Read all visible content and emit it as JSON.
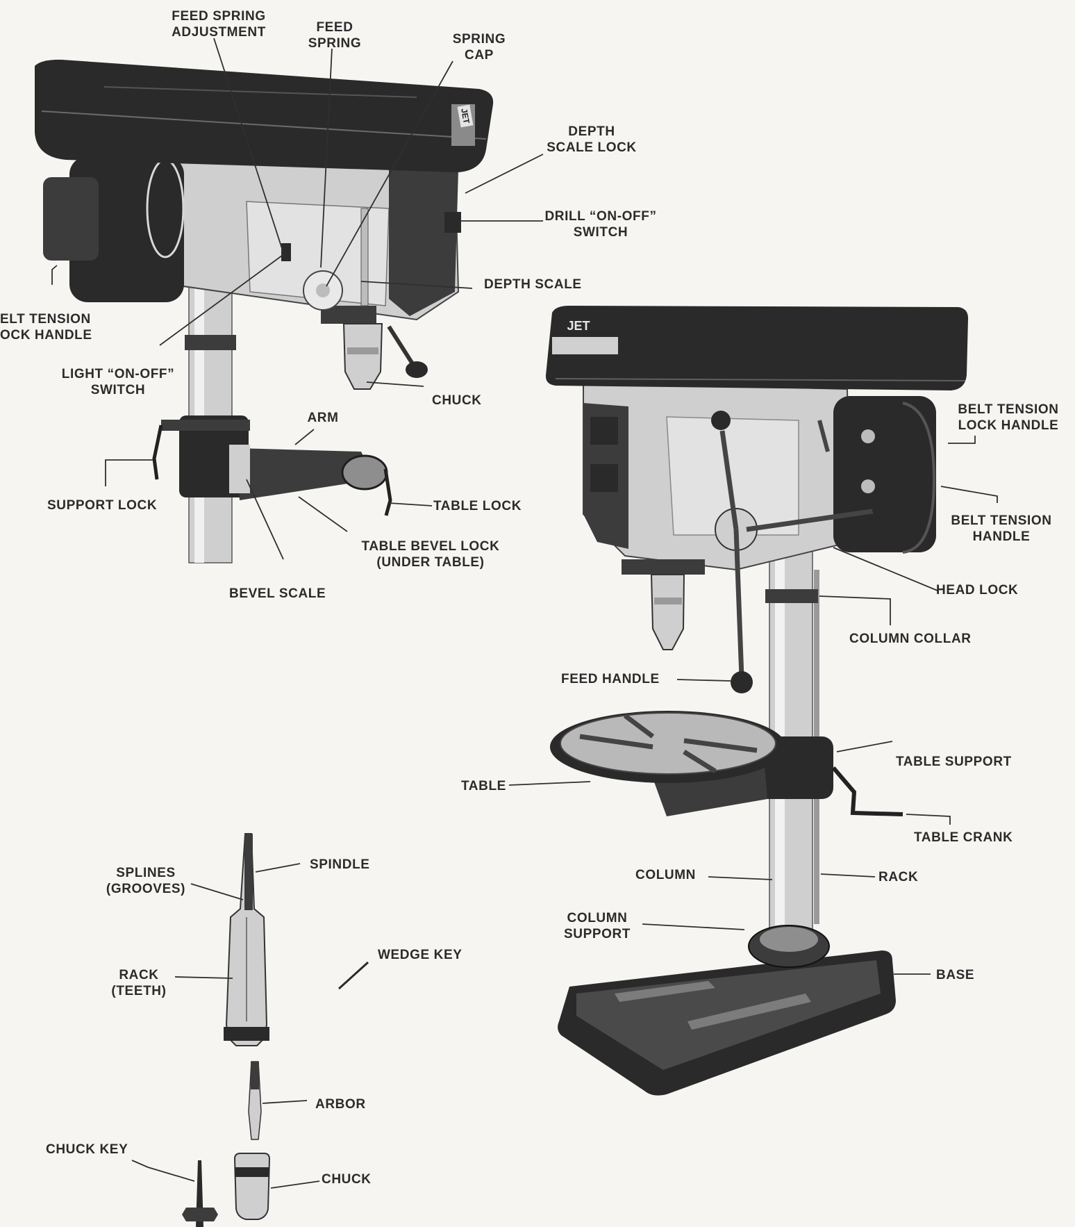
{
  "labels": {
    "feed_spring_adjustment": "FEED SPRING\nADJUSTMENT",
    "feed_spring": "FEED\nSPRING",
    "spring_cap": "SPRING\nCAP",
    "depth_scale_lock": "DEPTH\nSCALE LOCK",
    "drill_switch": "DRILL “ON-OFF”\nSWITCH",
    "depth_scale": "DEPTH SCALE",
    "belt_tension_lock_handle_left": "ELT TENSION\nOCK HANDLE",
    "light_switch": "LIGHT “ON-OFF”\nSWITCH",
    "chuck_top": "CHUCK",
    "arm": "ARM",
    "support_lock": "SUPPORT LOCK",
    "table_lock": "TABLE LOCK",
    "table_bevel_lock": "TABLE BEVEL LOCK\n(UNDER TABLE)",
    "bevel_scale": "BEVEL SCALE",
    "belt_tension_lock_handle_right": "BELT TENSION\nLOCK HANDLE",
    "belt_tension_handle": "BELT TENSION\nHANDLE",
    "head_lock": "HEAD LOCK",
    "column_collar": "COLUMN COLLAR",
    "feed_handle": "FEED HANDLE",
    "table_support": "TABLE SUPPORT",
    "table": "TABLE",
    "table_crank": "TABLE CRANK",
    "column": "COLUMN",
    "rack": "RACK",
    "column_support": "COLUMN\nSUPPORT",
    "base": "BASE",
    "spindle": "SPINDLE",
    "splines": "SPLINES\n(GROOVES)",
    "wedge_key": "WEDGE KEY",
    "rack_teeth": "RACK\n(TEETH)",
    "arbor": "ARBOR",
    "chuck_key": "CHUCK KEY",
    "chuck_bottom": "CHUCK"
  },
  "logos": {
    "brand": "JET"
  },
  "colors": {
    "paper": "#f6f5f2",
    "ink": "#2b2b2b",
    "casting_dark": "#3c3c3c",
    "metal_light": "#cfcfcf"
  }
}
